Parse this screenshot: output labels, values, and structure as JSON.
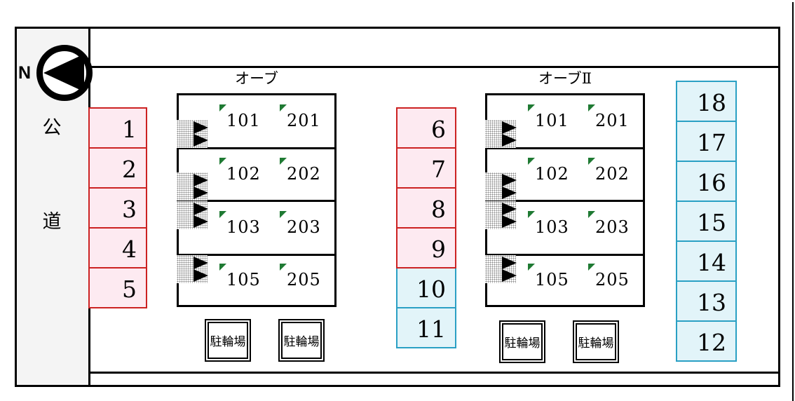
{
  "theme": {
    "pink_fill": "#fdeaf1",
    "pink_border": "#cc2222",
    "cyan_fill": "#e2f4f9",
    "cyan_border": "#2aa0c4",
    "road_fill": "#f4f4f4",
    "marker_green": "#1f7a33",
    "line_color": "#000000"
  },
  "compass": {
    "north_label": "N"
  },
  "road": {
    "chars": [
      "公",
      "道"
    ]
  },
  "buildings": [
    {
      "title": "オーブ",
      "rows": [
        {
          "left": "101",
          "right": "201"
        },
        {
          "left": "102",
          "right": "202"
        },
        {
          "left": "103",
          "right": "203"
        },
        {
          "left": "105",
          "right": "205"
        }
      ]
    },
    {
      "title": "オーブⅡ",
      "rows": [
        {
          "left": "101",
          "right": "201"
        },
        {
          "left": "102",
          "right": "202"
        },
        {
          "left": "103",
          "right": "203"
        },
        {
          "left": "105",
          "right": "205"
        }
      ]
    }
  ],
  "parking": {
    "col_a": [
      {
        "label": "1",
        "type": "pink"
      },
      {
        "label": "2",
        "type": "pink"
      },
      {
        "label": "3",
        "type": "pink"
      },
      {
        "label": "4",
        "type": "pink"
      },
      {
        "label": "5",
        "type": "pink"
      }
    ],
    "col_b": [
      {
        "label": "6",
        "type": "pink"
      },
      {
        "label": "7",
        "type": "pink"
      },
      {
        "label": "8",
        "type": "pink"
      },
      {
        "label": "9",
        "type": "pink"
      },
      {
        "label": "10",
        "type": "cyan"
      },
      {
        "label": "11",
        "type": "cyan"
      }
    ],
    "col_c": [
      {
        "label": "18",
        "type": "cyan"
      },
      {
        "label": "17",
        "type": "cyan"
      },
      {
        "label": "16",
        "type": "cyan"
      },
      {
        "label": "15",
        "type": "cyan"
      },
      {
        "label": "14",
        "type": "cyan"
      },
      {
        "label": "13",
        "type": "cyan"
      },
      {
        "label": "12",
        "type": "cyan"
      }
    ]
  },
  "bicycle": {
    "label": "駐輪場"
  }
}
